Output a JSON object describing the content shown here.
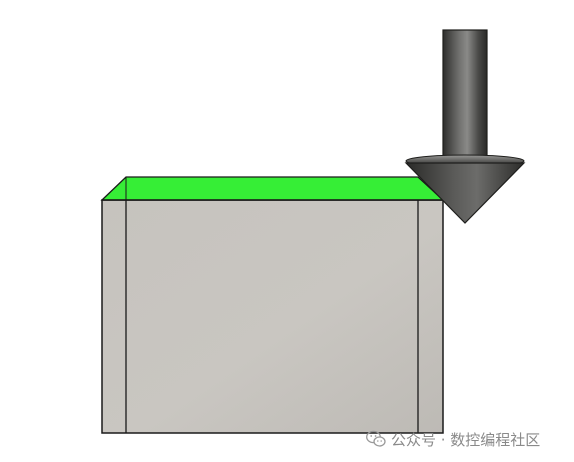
{
  "diagram": {
    "description_visible_text": "",
    "colors": {
      "background": "#ffffff",
      "block_face": "#c3c0bb",
      "block_edge": "#1a1a1a",
      "top_face_highlight": "#38f038",
      "tool_dark": "#3c3c3a",
      "tool_mid": "#6a6a68",
      "tool_light": "#8c8c8a"
    },
    "elements": {
      "workpiece": "block",
      "selected_face": "top-face",
      "tool": "downward-arrow-cutter"
    }
  },
  "watermark": {
    "text": "公众号 · 数控编程社区",
    "icon": "wechat-icon"
  }
}
